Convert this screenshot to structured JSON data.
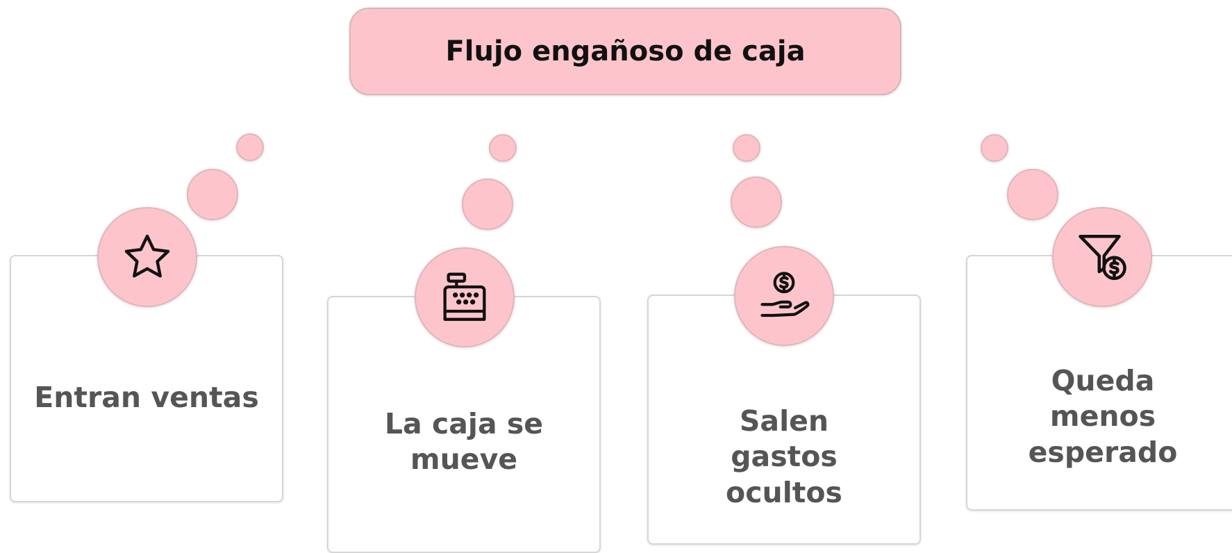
{
  "title": "Flujo engañoso de caja",
  "steps": [
    {
      "label": "Entran ventas",
      "icon": "star-icon"
    },
    {
      "label": "La caja se mueve",
      "icon": "cash-register-icon"
    },
    {
      "label": "Salen gastos ocultos",
      "icon": "hand-coin-icon"
    },
    {
      "label": "Queda menos esperado",
      "icon": "funnel-dollar-icon"
    }
  ],
  "colors": {
    "accent": "#fdc5cb",
    "text": "#555555",
    "title_text": "#111111",
    "border": "#d6d6d6"
  }
}
